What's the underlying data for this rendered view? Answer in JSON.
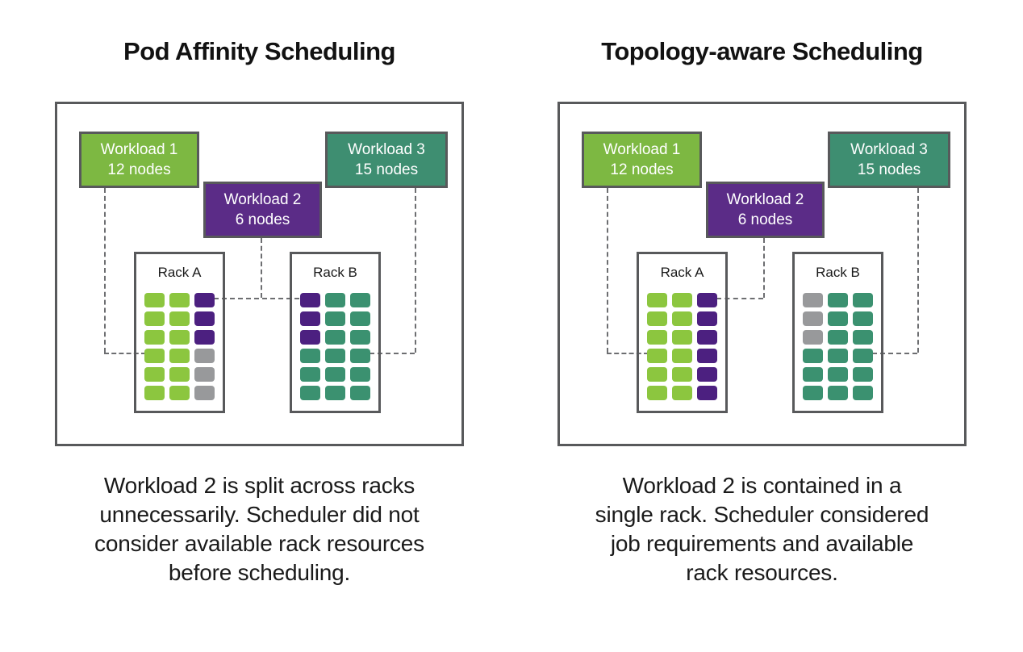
{
  "colors": {
    "box-green": "#7DB842",
    "box-purple": "#5B2C87",
    "box-teal": "#3E8E71",
    "node-green": "#8CC63F",
    "node-purple": "#4C2080",
    "node-teal": "#3B9170",
    "node-empty": "#98999B",
    "border": "#58595B",
    "dash": "#6D6E71",
    "text": "#1A1A1A"
  },
  "panels": [
    {
      "title": "Pod Affinity Scheduling",
      "workloads": [
        {
          "name": "Workload 1",
          "nodes": "12 nodes",
          "color": "green"
        },
        {
          "name": "Workload 2",
          "nodes": "6 nodes",
          "color": "purple"
        },
        {
          "name": "Workload 3",
          "nodes": "15 nodes",
          "color": "teal"
        }
      ],
      "racks": [
        {
          "label": "Rack A",
          "cells": [
            [
              "green",
              "green",
              "purple"
            ],
            [
              "green",
              "green",
              "purple"
            ],
            [
              "green",
              "green",
              "purple"
            ],
            [
              "green",
              "green",
              "empty"
            ],
            [
              "green",
              "green",
              "empty"
            ],
            [
              "green",
              "green",
              "empty"
            ]
          ]
        },
        {
          "label": "Rack B",
          "cells": [
            [
              "purple",
              "teal",
              "teal"
            ],
            [
              "purple",
              "teal",
              "teal"
            ],
            [
              "purple",
              "teal",
              "teal"
            ],
            [
              "teal",
              "teal",
              "teal"
            ],
            [
              "teal",
              "teal",
              "teal"
            ],
            [
              "teal",
              "teal",
              "teal"
            ]
          ]
        }
      ],
      "caption_lines": [
        "Workload 2 is split across racks",
        "unnecessarily. Scheduler did not",
        "consider available rack resources",
        "before scheduling."
      ]
    },
    {
      "title": "Topology-aware Scheduling",
      "workloads": [
        {
          "name": "Workload 1",
          "nodes": "12 nodes",
          "color": "green"
        },
        {
          "name": "Workload 2",
          "nodes": "6 nodes",
          "color": "purple"
        },
        {
          "name": "Workload 3",
          "nodes": "15 nodes",
          "color": "teal"
        }
      ],
      "racks": [
        {
          "label": "Rack A",
          "cells": [
            [
              "green",
              "green",
              "purple"
            ],
            [
              "green",
              "green",
              "purple"
            ],
            [
              "green",
              "green",
              "purple"
            ],
            [
              "green",
              "green",
              "purple"
            ],
            [
              "green",
              "green",
              "purple"
            ],
            [
              "green",
              "green",
              "purple"
            ]
          ]
        },
        {
          "label": "Rack B",
          "cells": [
            [
              "empty",
              "teal",
              "teal"
            ],
            [
              "empty",
              "teal",
              "teal"
            ],
            [
              "empty",
              "teal",
              "teal"
            ],
            [
              "teal",
              "teal",
              "teal"
            ],
            [
              "teal",
              "teal",
              "teal"
            ],
            [
              "teal",
              "teal",
              "teal"
            ]
          ]
        }
      ],
      "caption_lines": [
        "Workload 2 is contained in a",
        "single rack. Scheduler considered",
        "job requirements and available",
        "rack resources."
      ]
    }
  ]
}
